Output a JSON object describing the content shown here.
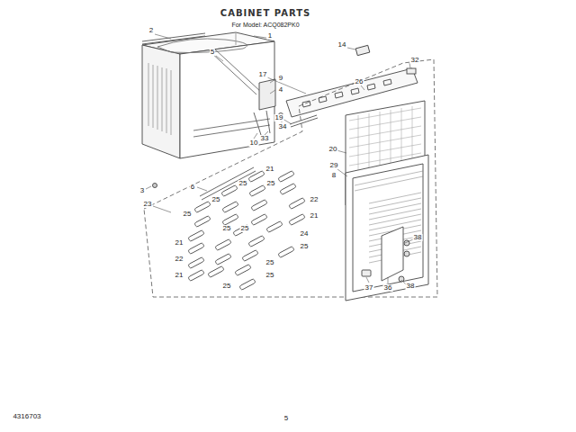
{
  "diagram": {
    "title": "CABINET PARTS",
    "labels": [
      "For Model: ACQ082PK0",
      "2",
      "1",
      "14",
      "5",
      "17",
      "9",
      "4",
      "32",
      "26",
      "19",
      "34",
      "10",
      "33",
      "20",
      "3",
      "6",
      "29",
      "8",
      "23",
      "21",
      "25",
      "25",
      "22",
      "25",
      "25",
      "21",
      "25",
      "24",
      "25",
      "25",
      "21",
      "22",
      "25",
      "21",
      "25",
      "25",
      "38",
      "38",
      "37",
      "36",
      "4316703",
      "5"
    ]
  }
}
